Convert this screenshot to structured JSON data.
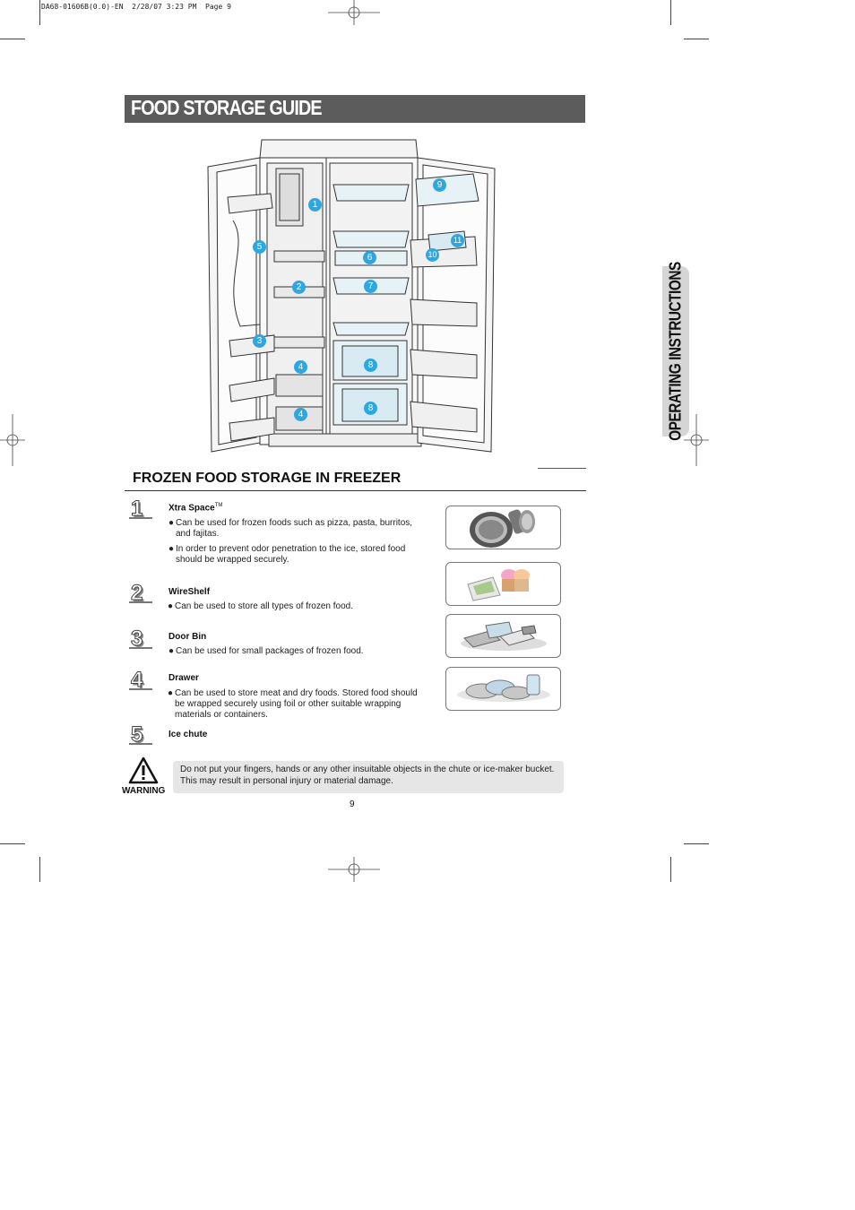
{
  "header": {
    "slug": "DA68-01606B(0.0)-EN  2/28/07 3:23 PM  Page 9",
    "title": "FOOD STORAGE GUIDE",
    "side_tab": "OPERATING INSTRUCTIONS"
  },
  "diagram": {
    "callouts": [
      "1",
      "2",
      "3",
      "4",
      "4",
      "5",
      "6",
      "7",
      "8",
      "8",
      "9",
      "10",
      "11"
    ]
  },
  "section": {
    "title": "FROZEN FOOD STORAGE IN FREEZER",
    "items": [
      {
        "number": "1",
        "title": "Xtra Space",
        "trademark": "TM",
        "bullets": [
          "Can be used for frozen foods such as pizza, pasta, burritos, and fajitas.",
          "In order to prevent odor penetration to the ice, stored food should be wrapped securely."
        ]
      },
      {
        "number": "2",
        "title": "WireShelf",
        "bullets": [
          "Can be used to store all types of frozen food."
        ]
      },
      {
        "number": "3",
        "title": "Door Bin",
        "bullets": [
          "Can be used for small packages of frozen food."
        ]
      },
      {
        "number": "4",
        "title": "Drawer",
        "bullets": [
          "Can be used to store meat and dry foods. Stored food should be wrapped securely using foil or other suitable wrapping materials or containers."
        ]
      },
      {
        "number": "5",
        "title": "Ice chute",
        "bullets": []
      }
    ]
  },
  "warning": {
    "label": "WARNING",
    "line1": "Do not put your fingers, hands or any other insuitable objects in the chute or ice-maker bucket.",
    "line2": "This may result in personal injury or material damage."
  },
  "footer": {
    "page_number": "9"
  },
  "colors": {
    "title_bar": "#5c5c5c",
    "callout": "#2ea7e0",
    "side_tab": "#d5d5d5",
    "warning_box": "#e6e6e6"
  }
}
